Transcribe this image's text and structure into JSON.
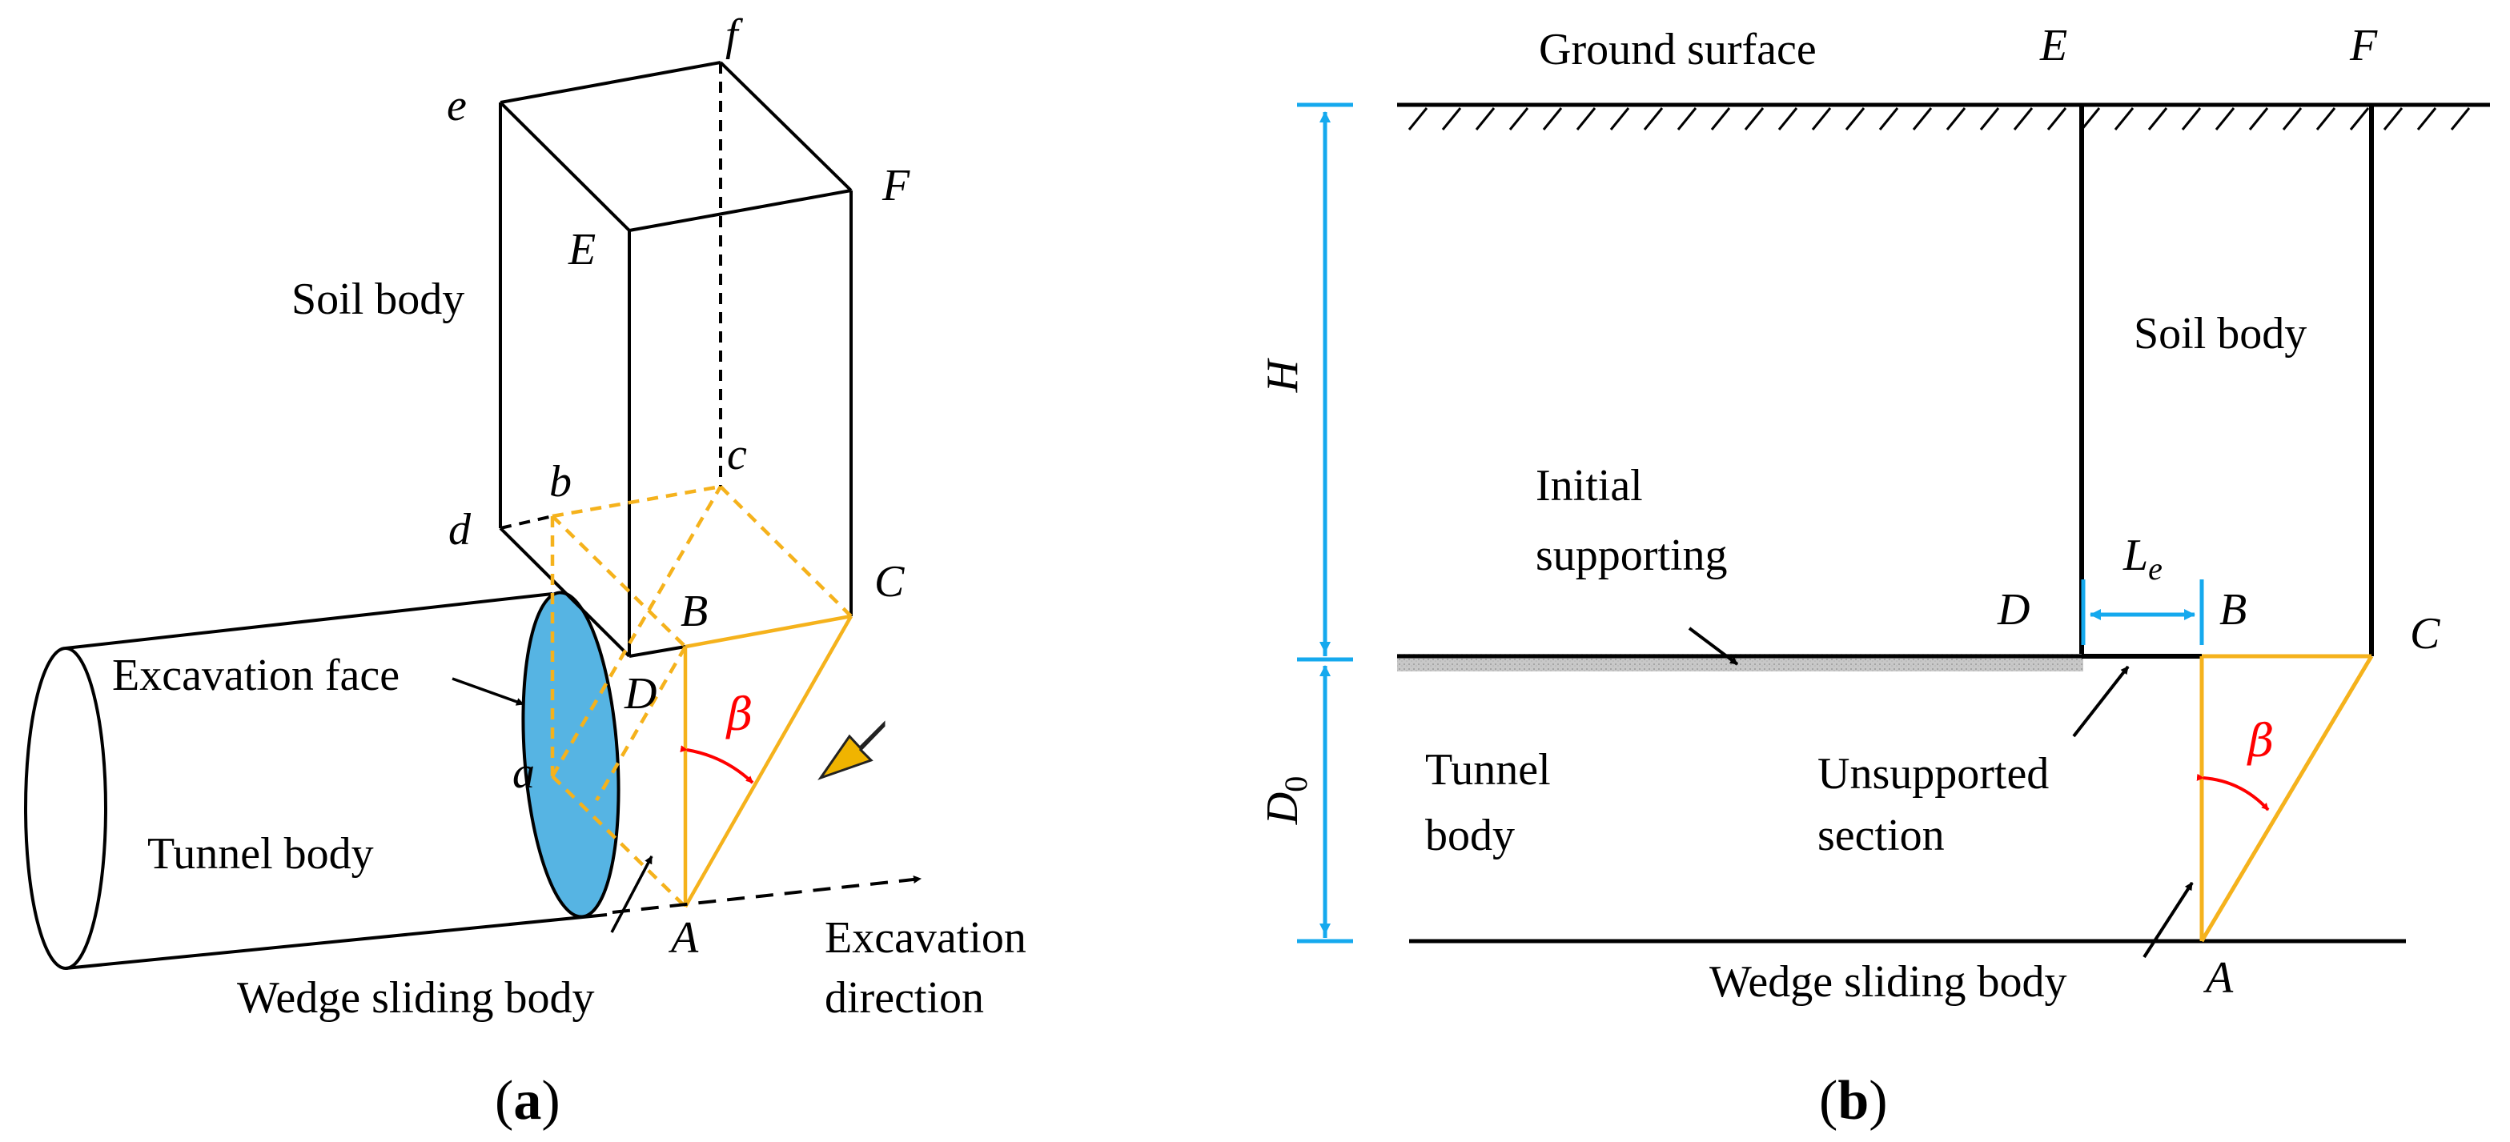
{
  "colors": {
    "outline": "#000000",
    "wedge": "#f5b21c",
    "face_fill": "#56b4e3",
    "dimension": "#15a9ee",
    "angle": "#ff0000",
    "arrow_fill": "#f0b400"
  },
  "panel_a": {
    "caption_open": "(",
    "caption_letter": "a",
    "caption_close": ")",
    "point_e": "e",
    "point_f": "f",
    "point_E": "E",
    "point_F": "F",
    "point_b": "b",
    "point_c": "c",
    "point_d": "d",
    "point_B": "B",
    "point_C": "C",
    "point_D": "D",
    "point_a": "a",
    "point_A": "A",
    "soil_body": "Soil body",
    "excavation_face": "Excavation face",
    "tunnel_body": "Tunnel body",
    "wedge_sliding_body": "Wedge sliding body",
    "excavation_direction_line1": "Excavation",
    "excavation_direction_line2": "direction",
    "beta": "β"
  },
  "panel_b": {
    "caption_open": "(",
    "caption_letter": "b",
    "caption_close": ")",
    "ground_surface": "Ground surface",
    "point_E": "E",
    "point_F": "F",
    "point_D": "D",
    "point_B": "B",
    "point_C": "C",
    "point_A": "A",
    "soil_body": "Soil body",
    "initial_supporting_line1": "Initial",
    "initial_supporting_line2": "supporting",
    "dim_H": "H",
    "dim_D": "D",
    "dim_D_sub": "0",
    "dim_L": "L",
    "dim_L_sub": "e",
    "tunnel_body_line1": "Tunnel",
    "tunnel_body_line2": "body",
    "unsupported_line1": "Unsupported",
    "unsupported_line2": "section",
    "wedge_sliding_body": "Wedge sliding body",
    "beta": "β"
  }
}
